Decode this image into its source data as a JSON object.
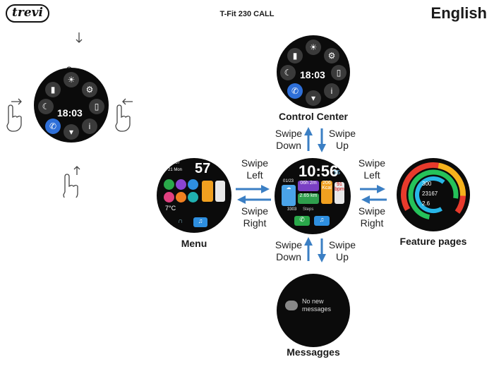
{
  "header": {
    "logo_text": "trevi",
    "model": "T-Fit 230 CALL",
    "language": "English"
  },
  "control_center": {
    "label": "Control Center",
    "time": "18:03"
  },
  "main_face": {
    "time": "10:56",
    "seconds": "55",
    "date": "01/23",
    "steps": "3303",
    "steps_label": "Steps",
    "sleep": "06h 2m",
    "distance": "2.65 km",
    "calories": "206 Kcal",
    "hr": "91 bpm"
  },
  "menu": {
    "label": "Menu",
    "time": "10:57",
    "date": "21 Mon",
    "temp": "7°C"
  },
  "feature": {
    "label": "Feature pages",
    "kcal": "300",
    "steps": "23167",
    "km": "2.6"
  },
  "messages": {
    "label": "Messagges",
    "empty_text": "No new messages"
  },
  "swipes": {
    "down_a": [
      "Swipe",
      "Down"
    ],
    "up_a": [
      "Swipe",
      "Up"
    ],
    "left_a": [
      "Swipe",
      "Left"
    ],
    "right_a": [
      "Swipe",
      "Right"
    ],
    "left_b": [
      "Swipe",
      "Left"
    ],
    "right_b": [
      "Swipe",
      "Right"
    ],
    "down_b": [
      "Swipe",
      "Down"
    ],
    "up_b": [
      "Swipe",
      "Up"
    ]
  },
  "colors": {
    "arrow": "#3b7fc4",
    "phone": "#2e6fd8"
  }
}
